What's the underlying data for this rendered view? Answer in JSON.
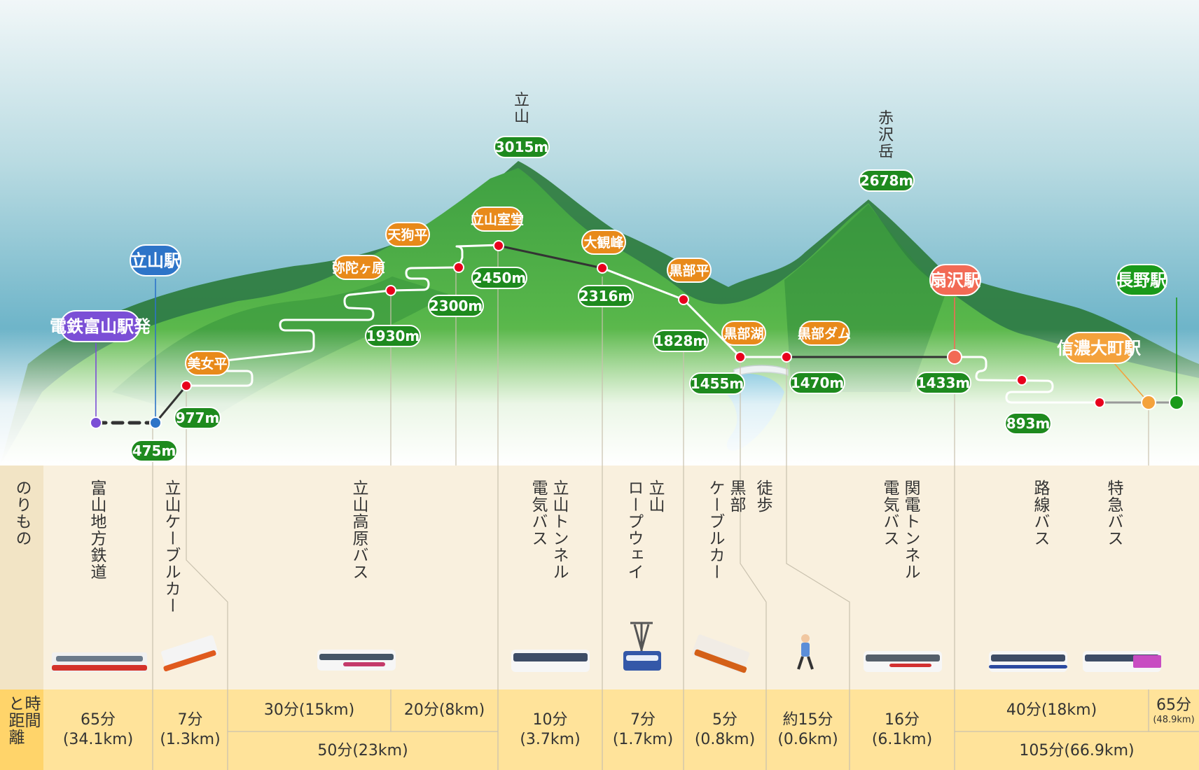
{
  "colors": {
    "altitude_green": "#1e8a1e",
    "station_orange": "#e88a1a",
    "route_dot_red": "#e8001c",
    "toyama_purple": "#7b4fd6",
    "tateyama_blue": "#2d74c8",
    "ogizawa_red": "#f26a55",
    "nagano_green": "#1a9a1a",
    "shinano_orange": "#f4a23c",
    "table_bg": "#f9f0de",
    "footer_bg": "#ffe39a"
  },
  "peaks": [
    {
      "id": "tateyama",
      "name": "立山",
      "altitude": "3015m"
    },
    {
      "id": "akazawadake",
      "name": "赤沢岳",
      "altitude": "2678m"
    }
  ],
  "stations": [
    {
      "id": "dentetsu-toyama",
      "name": "電鉄富山駅発",
      "style": "purple"
    },
    {
      "id": "tateyama-st",
      "name": "立山駅",
      "style": "blue"
    },
    {
      "id": "bijodaira",
      "name": "美女平",
      "style": "orange"
    },
    {
      "id": "midagahara",
      "name": "弥陀ヶ原",
      "style": "orange"
    },
    {
      "id": "tengudaira",
      "name": "天狗平",
      "style": "orange"
    },
    {
      "id": "murodo",
      "name": "立山室堂",
      "style": "orange"
    },
    {
      "id": "daikanbo",
      "name": "大観峰",
      "style": "orange"
    },
    {
      "id": "kurobedaira",
      "name": "黒部平",
      "style": "orange"
    },
    {
      "id": "kurobeko",
      "name": "黒部湖",
      "style": "orange"
    },
    {
      "id": "kurobe-dam",
      "name": "黒部ダム",
      "style": "orange"
    },
    {
      "id": "ogizawa",
      "name": "扇沢駅",
      "style": "red"
    },
    {
      "id": "shinano-omachi",
      "name": "信濃大町駅",
      "style": "lightorange"
    },
    {
      "id": "nagano",
      "name": "長野駅",
      "style": "green"
    }
  ],
  "altitudes": [
    {
      "id": "alt-475",
      "label": "475m"
    },
    {
      "id": "alt-977",
      "label": "977m"
    },
    {
      "id": "alt-1930",
      "label": "1930m"
    },
    {
      "id": "alt-2300",
      "label": "2300m"
    },
    {
      "id": "alt-2450",
      "label": "2450m"
    },
    {
      "id": "alt-2316",
      "label": "2316m"
    },
    {
      "id": "alt-1828",
      "label": "1828m"
    },
    {
      "id": "alt-1455",
      "label": "1455m"
    },
    {
      "id": "alt-1470",
      "label": "1470m"
    },
    {
      "id": "alt-1433",
      "label": "1433m"
    },
    {
      "id": "alt-893",
      "label": "893m"
    }
  ],
  "vehicles_header": "のりもの",
  "vehicles": [
    {
      "id": "toyama-chiho",
      "cols": [
        "富山地方鉄道"
      ]
    },
    {
      "id": "tateyama-cable",
      "cols": [
        "立山ケーブルカー"
      ]
    },
    {
      "id": "kogen-bus",
      "cols": [
        "立山高原バス"
      ]
    },
    {
      "id": "tunnel-trolley",
      "cols": [
        "立山トンネル",
        "電気バス"
      ]
    },
    {
      "id": "ropeway",
      "cols": [
        "立山",
        "ロープウェイ"
      ]
    },
    {
      "id": "kurobe-cable",
      "cols": [
        "黒部",
        "ケーブルカー"
      ]
    },
    {
      "id": "walk",
      "cols": [
        "徒歩"
      ]
    },
    {
      "id": "kanden-tunnel",
      "cols": [
        "関電トンネル",
        "電気バス"
      ]
    },
    {
      "id": "route-bus",
      "cols": [
        "路線バス"
      ]
    },
    {
      "id": "express-bus",
      "cols": [
        "特急バス"
      ]
    }
  ],
  "footer_header": "時間と距離",
  "times": [
    {
      "id": "t-toyama",
      "time": "65分",
      "dist": "(34.1km)"
    },
    {
      "id": "t-cable",
      "time": "7分",
      "dist": "(1.3km)"
    },
    {
      "id": "t-bus-a",
      "time": "30分(15km)",
      "dist": ""
    },
    {
      "id": "t-bus-b",
      "time": "20分(8km)",
      "dist": ""
    },
    {
      "id": "t-bus-total",
      "time": "50分(23km)",
      "dist": ""
    },
    {
      "id": "t-trolley",
      "time": "10分",
      "dist": "(3.7km)"
    },
    {
      "id": "t-ropeway",
      "time": "7分",
      "dist": "(1.7km)"
    },
    {
      "id": "t-kcable",
      "time": "5分",
      "dist": "(0.8km)"
    },
    {
      "id": "t-walk",
      "time": "約15分",
      "dist": "(0.6km)"
    },
    {
      "id": "t-kanden",
      "time": "16分",
      "dist": "(6.1km)"
    },
    {
      "id": "t-routebus",
      "time": "40分(18km)",
      "dist": ""
    },
    {
      "id": "t-express",
      "time": "65分",
      "dist": "(48.9km)"
    },
    {
      "id": "t-bus-total2",
      "time": "105分(66.9km)",
      "dist": ""
    }
  ]
}
